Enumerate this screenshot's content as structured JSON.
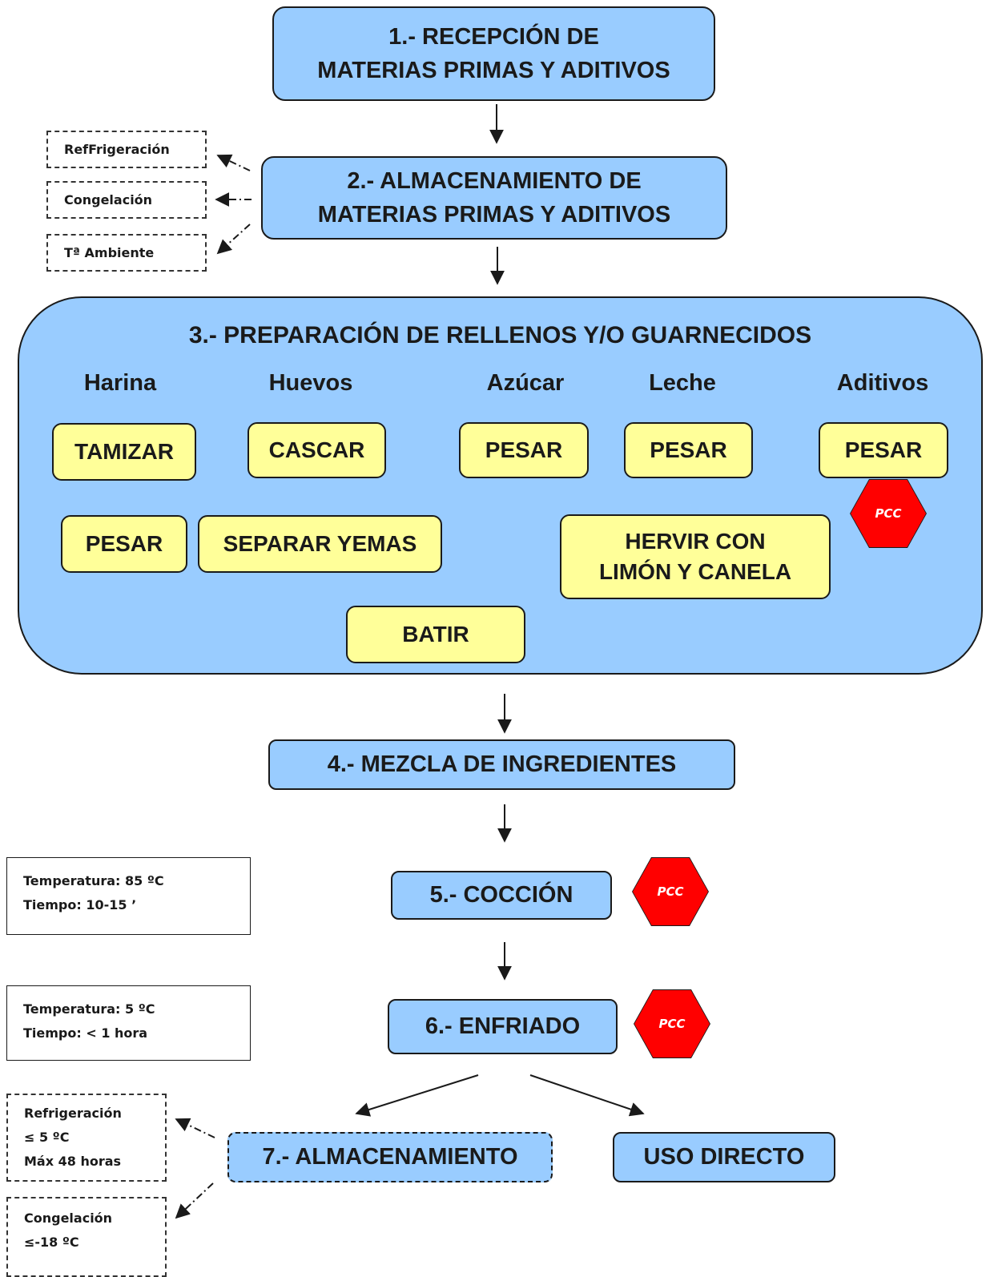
{
  "steps": {
    "s1": [
      "1.- RECEPCIÓN DE",
      "MATERIAS PRIMAS Y ADITIVOS"
    ],
    "s2": [
      "2.- ALMACENAMIENTO DE",
      "MATERIAS PRIMAS Y ADITIVOS"
    ],
    "s3_title": "3.- PREPARACIÓN DE RELLENOS Y/O GUARNECIDOS",
    "s4": "4.- MEZCLA DE INGREDIENTES",
    "s5": "5.- COCCIÓN",
    "s6": "6.- ENFRIADO",
    "s7": "7.- ALMACENAMIENTO",
    "direct": "USO DIRECTO"
  },
  "storage_options": {
    "refrigeracion": "RefFrigeración",
    "congelacion": "Congelación",
    "ambiente": "Tª Ambiente"
  },
  "ingredients": {
    "harina": "Harina",
    "huevos": "Huevos",
    "azucar": "Azúcar",
    "leche": "Leche",
    "aditivos": "Aditivos"
  },
  "tasks": {
    "tamizar": "TAMIZAR",
    "pesar_harina": "PESAR",
    "cascar": "CASCAR",
    "separar": "SEPARAR YEMAS",
    "pesar_azucar": "PESAR",
    "pesar_leche": "PESAR",
    "hervir": [
      "HERVIR CON",
      "LIMÓN Y CANELA"
    ],
    "pesar_aditivos": "PESAR",
    "batir": "BATIR"
  },
  "pcc_label": "PCC",
  "coccion_params": [
    "Temperatura: 85 ºC",
    "Tiempo: 10-15 ’"
  ],
  "enfriado_params": [
    "Temperatura: 5 ºC",
    "Tiempo: < 1 hora"
  ],
  "final_storage": {
    "refrigeracion": [
      "Refrigeración",
      "≤ 5 ºC",
      "Máx 48 horas"
    ],
    "congelacion": [
      "Congelación",
      "≤-18 ºC"
    ]
  }
}
